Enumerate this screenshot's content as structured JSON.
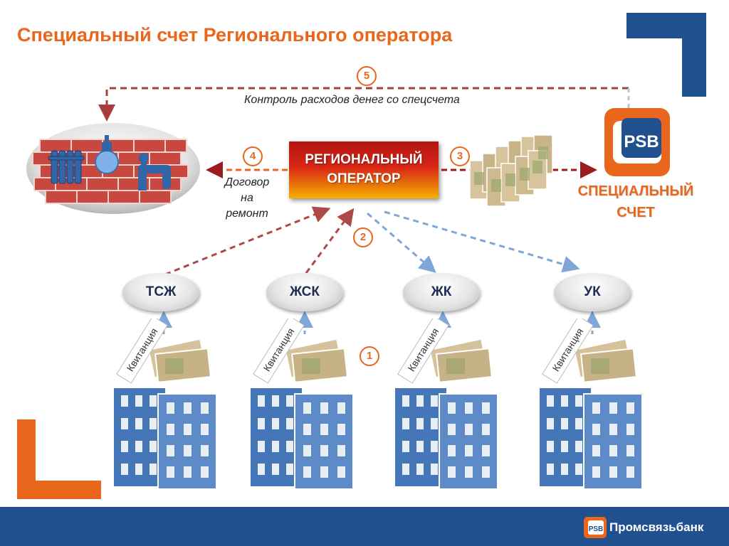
{
  "title": "Специальный счет Регионального оператора",
  "operator": {
    "line1": "РЕГИОНАЛЬНЫЙ",
    "line2": "ОПЕРАТОР"
  },
  "steps": {
    "s1": "1",
    "s2": "2",
    "s3": "3",
    "s4": "4",
    "s5": "5"
  },
  "labels": {
    "control": "Контроль расходов денег со спецсчета",
    "contract": [
      "Договор",
      "на",
      "ремонт"
    ]
  },
  "special_account": {
    "line1": "СПЕЦИАЛЬНЫЙ",
    "line2": "СЧЕТ"
  },
  "orgs": [
    "ТСЖ",
    "ЖСК",
    "ЖК",
    "УК"
  ],
  "receipt_label": "Квитанция",
  "bank": {
    "name": "Промсвязьбанк",
    "logo_text": "PSB"
  },
  "colors": {
    "accent": "#e8671c",
    "navy": "#21508f",
    "arrow_red": "#9b1c1c",
    "arrow_blue": "#7ea6d8"
  }
}
